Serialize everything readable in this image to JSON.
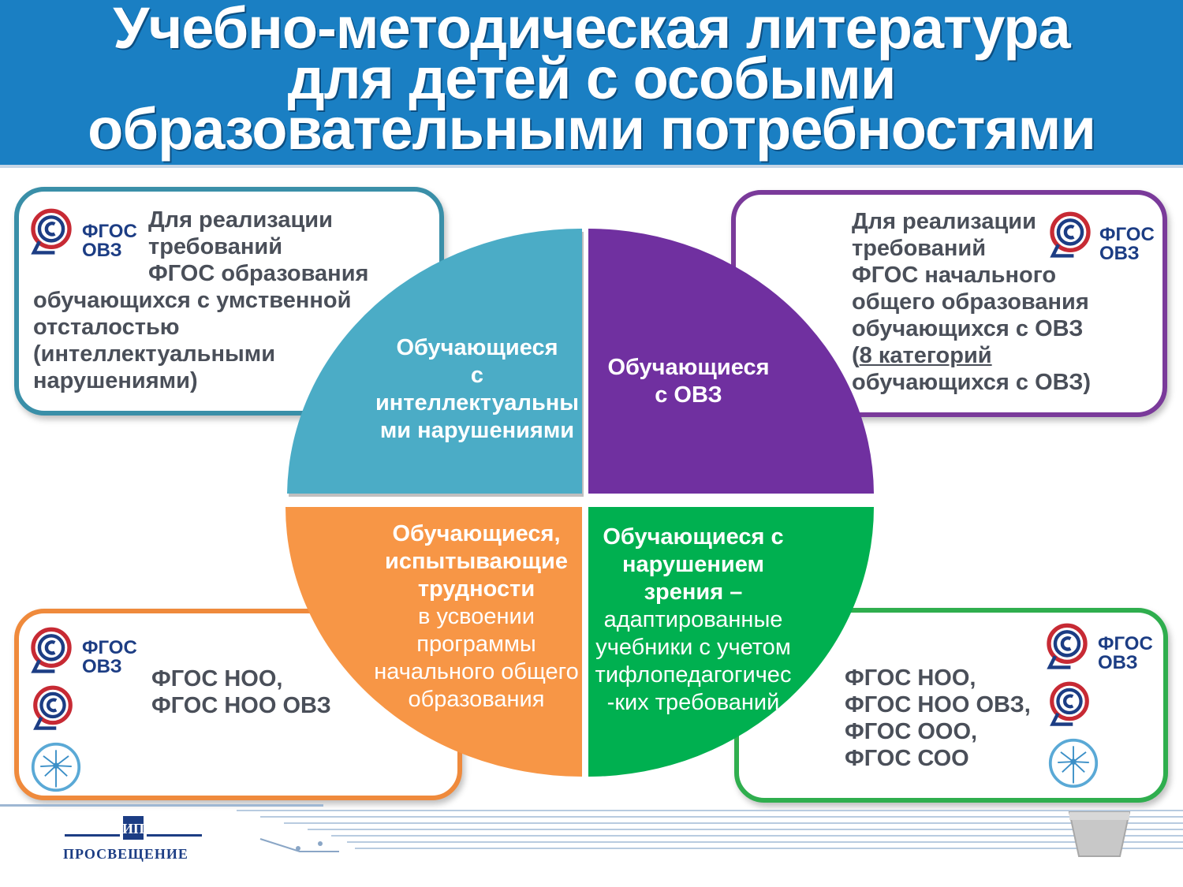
{
  "header": {
    "title_line1": "Учебно-методическая литература",
    "title_line2": "для детей с особыми",
    "title_line3": "образовательными потребностями"
  },
  "logo_label": {
    "line1": "ФГОС",
    "line2": "ОВЗ"
  },
  "cards": {
    "top_left": [
      "Для реализации",
      "требований",
      "ФГОС образования",
      "обучающихся с умственной",
      "отсталостью",
      "(интеллектуальными",
      "нарушениями)"
    ],
    "top_right": {
      "line1": "Для реализации",
      "line2": "требований",
      "line3": "ФГОС начального",
      "line4": "общего образования",
      "line5": "обучающихся с ОВЗ",
      "line6_open": "(",
      "line6_link": "8 категорий",
      "line7": "обучающихся с ОВЗ)"
    },
    "bottom_left": [
      "ФГОС НОО,",
      "ФГОС НОО ОВЗ"
    ],
    "bottom_right": [
      "ФГОС НОО,",
      "ФГОС НОО ОВЗ,",
      "ФГОС ООО,",
      "ФГОС СОО"
    ]
  },
  "wheel": {
    "colors": {
      "intellectual": "#4bacc6",
      "ovz": "#7030a0",
      "difficulties": "#f79646",
      "vision": "#00b050"
    },
    "intellectual": [
      "Обучающиеся",
      "с",
      "интеллектуальны",
      "ми нарушениями"
    ],
    "ovz": [
      "Обучающиеся",
      "с ОВЗ"
    ],
    "difficulties_bold": [
      "Обучающиеся,",
      "испытывающие",
      "трудности"
    ],
    "difficulties_normal": [
      "в усвоении",
      "программы",
      "начального общего",
      "образования"
    ],
    "vision_bold": [
      "Обучающиеся с",
      "нарушением",
      "зрения –"
    ],
    "vision_normal": [
      "адаптированные",
      "учебники с учетом",
      "тифлопедагогичес",
      "-ких требований"
    ]
  },
  "footer": {
    "publisher": "ПРОСВЕЩЕНИЕ",
    "publisher_mark": "ИП",
    "nav_icon": "cup-shaped-nav-icon"
  }
}
